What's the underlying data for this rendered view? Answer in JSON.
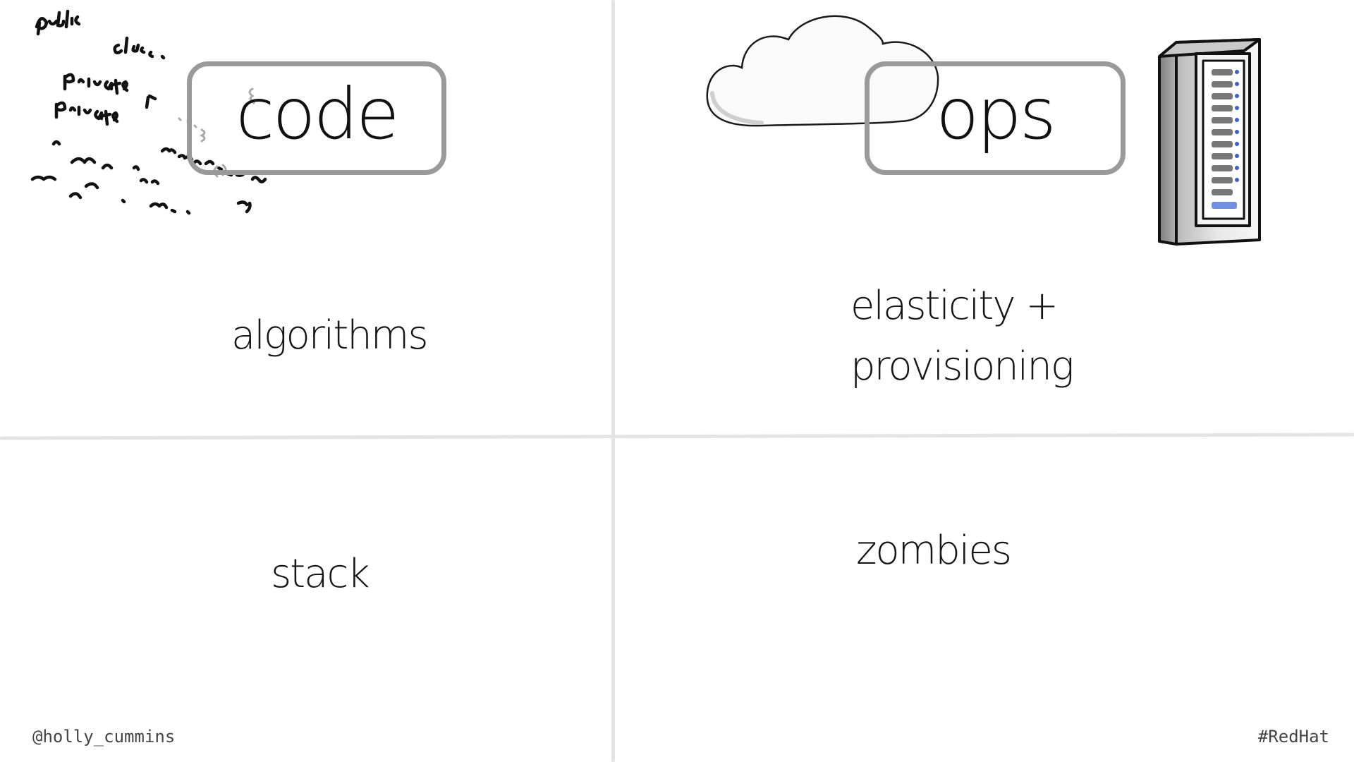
{
  "slide": {
    "boxes": {
      "code": "code",
      "ops": "ops"
    },
    "items": {
      "algorithms": "algorithms",
      "elasticity": "elasticity +",
      "provisioning": "provisioning",
      "stack": "stack",
      "zombies": "zombies"
    },
    "illustrations": {
      "left": "handwritten-code-icon",
      "cloud": "cloud-icon",
      "server": "server-rack-icon"
    }
  },
  "footer": {
    "handle": "@holly_cummins",
    "hashtag": "#RedHat"
  },
  "colors": {
    "background": "#ffffff",
    "text": "#141414",
    "box_border": "#9a9a9a",
    "divider": "#e4e4e4",
    "server_led": "#3a5fc8"
  }
}
